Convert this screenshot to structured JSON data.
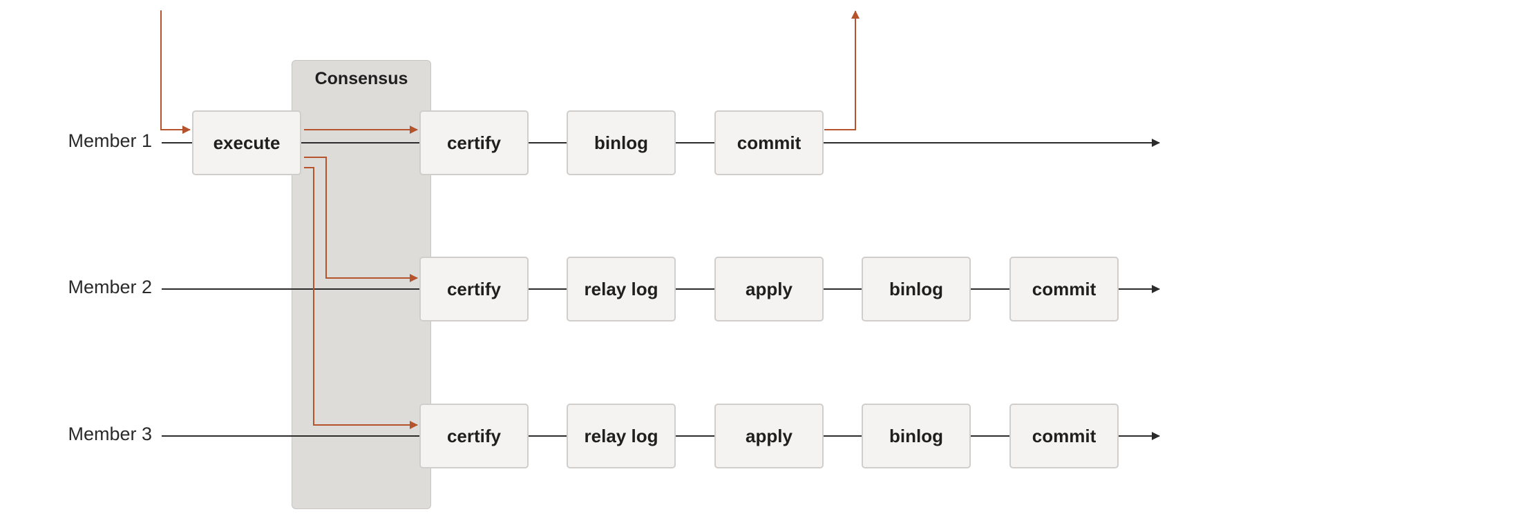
{
  "colors": {
    "accent": "#b5532c",
    "line": "#2b2b2b",
    "box_fill": "#f4f3f2",
    "consensus_fill": "#dedcd9"
  },
  "consensus": {
    "label": "Consensus"
  },
  "members": [
    {
      "label": "Member 1",
      "execute": "execute",
      "stages": [
        "certify",
        "binlog",
        "commit"
      ]
    },
    {
      "label": "Member 2",
      "stages": [
        "certify",
        "relay log",
        "apply",
        "binlog",
        "commit"
      ]
    },
    {
      "label": "Member 3",
      "stages": [
        "certify",
        "relay log",
        "apply",
        "binlog",
        "commit"
      ]
    }
  ]
}
